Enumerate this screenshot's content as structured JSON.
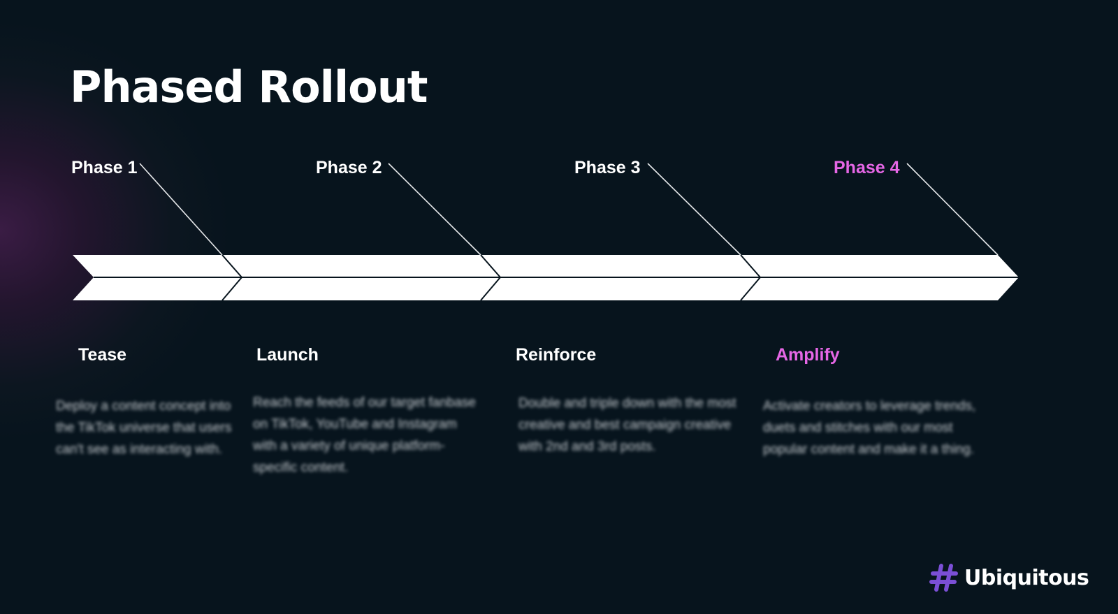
{
  "title": "Phased Rollout",
  "phases": [
    {
      "label": "Phase 1",
      "stage": "Tease",
      "description": "Deploy a content concept into the TikTok universe that users can't see as interacting with."
    },
    {
      "label": "Phase 2",
      "stage": "Launch",
      "description": "Reach the feeds of our target fanbase on TikTok, YouTube and Instagram with a variety of unique platform-specific content."
    },
    {
      "label": "Phase 3",
      "stage": "Reinforce",
      "description": "Double and triple down with the most creative and best campaign creative with 2nd and 3rd posts."
    },
    {
      "label": "Phase 4",
      "stage": "Amplify",
      "description": "Activate creators to leverage trends, duets and stitches with our most popular content and make it a thing."
    }
  ],
  "brand": {
    "name": "Ubiquitous",
    "icon": "hash-icon"
  },
  "colors": {
    "background": "#07141d",
    "accent": "#e667e6",
    "arrow": "#ffffff",
    "logo_mark": "#7b4fd6"
  }
}
